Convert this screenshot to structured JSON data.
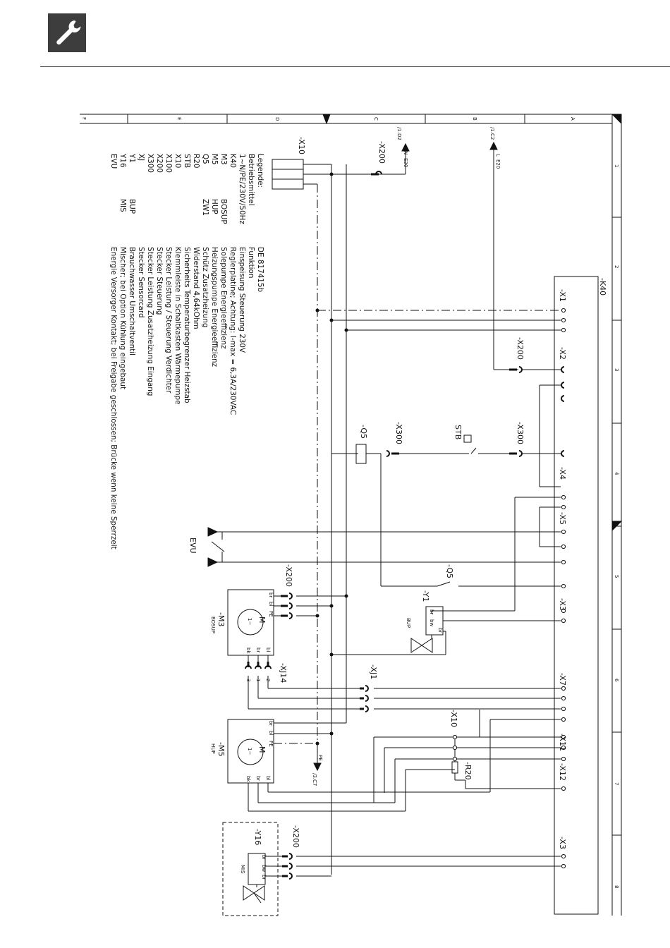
{
  "header": {
    "icon": "wrench-icon"
  },
  "frame": {
    "columns": [
      "A",
      "B",
      "C",
      "D",
      "E",
      "F"
    ],
    "rows": [
      "1",
      "2",
      "3",
      "4",
      "5",
      "6",
      "7",
      "8"
    ]
  },
  "legend": {
    "title": "Legende:",
    "heading_left": "Betriebsmittel",
    "heading_mid": "",
    "heading_right": "Funktion",
    "model": "DE 817415b",
    "items": [
      {
        "code": "1~N/PE/230V/50Hz",
        "alias": "",
        "desc": "Einspeisung Steuerung 230V"
      },
      {
        "code": "K40",
        "alias": "",
        "desc": "Reglerplatine; Achtung: I-max = 6,3A/230VAC"
      },
      {
        "code": "M3",
        "alias": "BOSUP",
        "desc": "Solepumpe Energieeffizienz"
      },
      {
        "code": "M5",
        "alias": "HUP",
        "desc": "Heizungspumpe Energieeffizienz"
      },
      {
        "code": "Q5",
        "alias": "ZW1",
        "desc": "Schütz Zusatzheizung"
      },
      {
        "code": "R20",
        "alias": "",
        "desc": "Widerstand  4,64kOhm"
      },
      {
        "code": "STB",
        "alias": "",
        "desc": "Sicherheits Temperaturbegrenzer Heizstab"
      },
      {
        "code": "X10",
        "alias": "",
        "desc": "Klemmleiste in Schaltkasten Wärmepumpe"
      },
      {
        "code": "X100",
        "alias": "",
        "desc": "Stecker Leistung / Steuerung Verdichter"
      },
      {
        "code": "X200",
        "alias": "",
        "desc": "Stecker Steuerung"
      },
      {
        "code": "X300",
        "alias": "",
        "desc": "Stecker Leistung Zusatzheizung Eingang"
      },
      {
        "code": "XJ",
        "alias": "",
        "desc": "Stecker Sensorcard"
      },
      {
        "code": "Y1",
        "alias": "BUP",
        "desc": "Brauchwasser Umschaltventil"
      },
      {
        "code": "Y16",
        "alias": "MIS",
        "desc": "Mischer; bei Option Kühlung eingebaut"
      },
      {
        "code": "EVU",
        "alias": "",
        "desc": "Energie Versorger Kontakt; bei Freigabe geschlossen; Brücke wenn keine Sperrzeit"
      }
    ]
  },
  "labels": {
    "k40": "-K40",
    "x10": "-X10",
    "x200": "-X200",
    "x300": "-X300",
    "stb": "STB",
    "q5": "-Q5",
    "evu": "EVU",
    "y1": "-Y1",
    "bup": "BUP",
    "m3": "-M3",
    "bosup": "BOSUP",
    "m5": "-M5",
    "hup": "HUP",
    "xj14": "-XJ14",
    "xj1": "-XJ1",
    "r20": "-R20",
    "y16": "-Y16",
    "mis": "MIS",
    "x1": "-X1",
    "x2": "-X2",
    "x3": "-X3",
    "x4": "-X4",
    "x5": "-X5",
    "x7": "-X7",
    "x11": "-X11",
    "x12": "-X12",
    "n": "N",
    "l": "L",
    "e20": "E20",
    "ref1": "/1.D2",
    "ref2": "/1.C2",
    "ref3": "/3.C7",
    "pe": "PE",
    "motor": "M",
    "phase": "1~",
    "br": "br",
    "bl": "bl",
    "bk": "bk",
    "bw": "bw",
    "one": "1",
    "two": "2",
    "three": "3"
  },
  "colors": {
    "ink": "#111111",
    "badge": "#3d3d3d"
  }
}
